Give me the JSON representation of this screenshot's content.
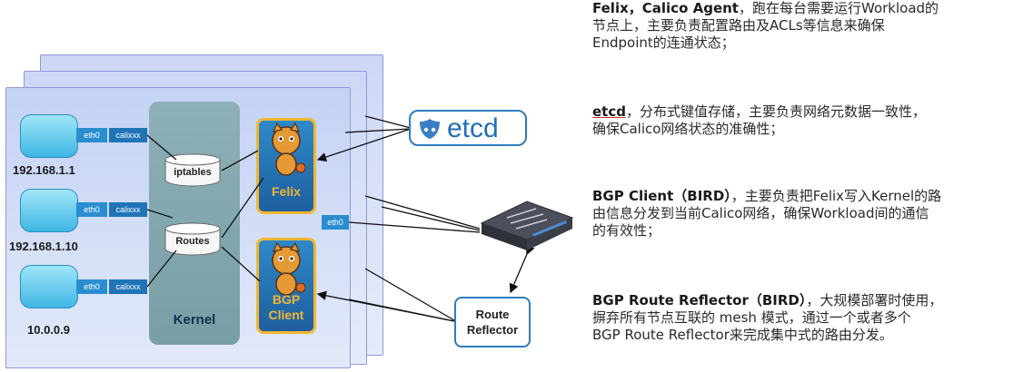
{
  "host": {
    "kernel_label": "Kernel",
    "iptables_label": "iptables",
    "routes_label": "Routes",
    "host_eth0_label": "eth0",
    "workloads": [
      {
        "eth_label": "eth0",
        "cali_label": "calixxx",
        "ip": "192.168.1.1"
      },
      {
        "eth_label": "eth0",
        "cali_label": "calixxx",
        "ip": "192.168.1.10"
      },
      {
        "eth_label": "eth0",
        "cali_label": "calixxx",
        "ip": "10.0.0.9"
      }
    ],
    "felix_label": "Felix",
    "bgp_client_label": [
      "BGP",
      "Client"
    ]
  },
  "etcd_label": "etcd",
  "route_reflector_label": [
    "Route",
    "Reflector"
  ],
  "descriptions": [
    {
      "term": "Felix，Calico Agent",
      "lines": [
        "，跑在每台需要运行Workload的",
        "节点上，主要负责配置路由及ACLs等信息来确保",
        "Endpoint的连通状态；"
      ]
    },
    {
      "term": "etcd",
      "lines": [
        "，分布式键值存储，主要负责网络元数据一致性，",
        "确保Calico网络状态的准确性；"
      ]
    },
    {
      "term": "BGP Client（BIRD）",
      "lines": [
        "，主要负责把Felix写入Kernel的路",
        "由信息分发到当前Calico网络，确保Workload间的通信",
        "的有效性；"
      ]
    },
    {
      "term": "BGP Route Reflector（BIRD）",
      "lines": [
        "，大规模部署时使用，",
        "摒弃所有节点互联的 mesh 模式，通过一个或者多个",
        "BGP Route Reflector来完成集中式的路由分发。"
      ]
    }
  ],
  "colors": {
    "accent_blue": "#2f7dbd",
    "kernel_teal": "#7fa3ab",
    "agent_gold": "#f2b632"
  }
}
